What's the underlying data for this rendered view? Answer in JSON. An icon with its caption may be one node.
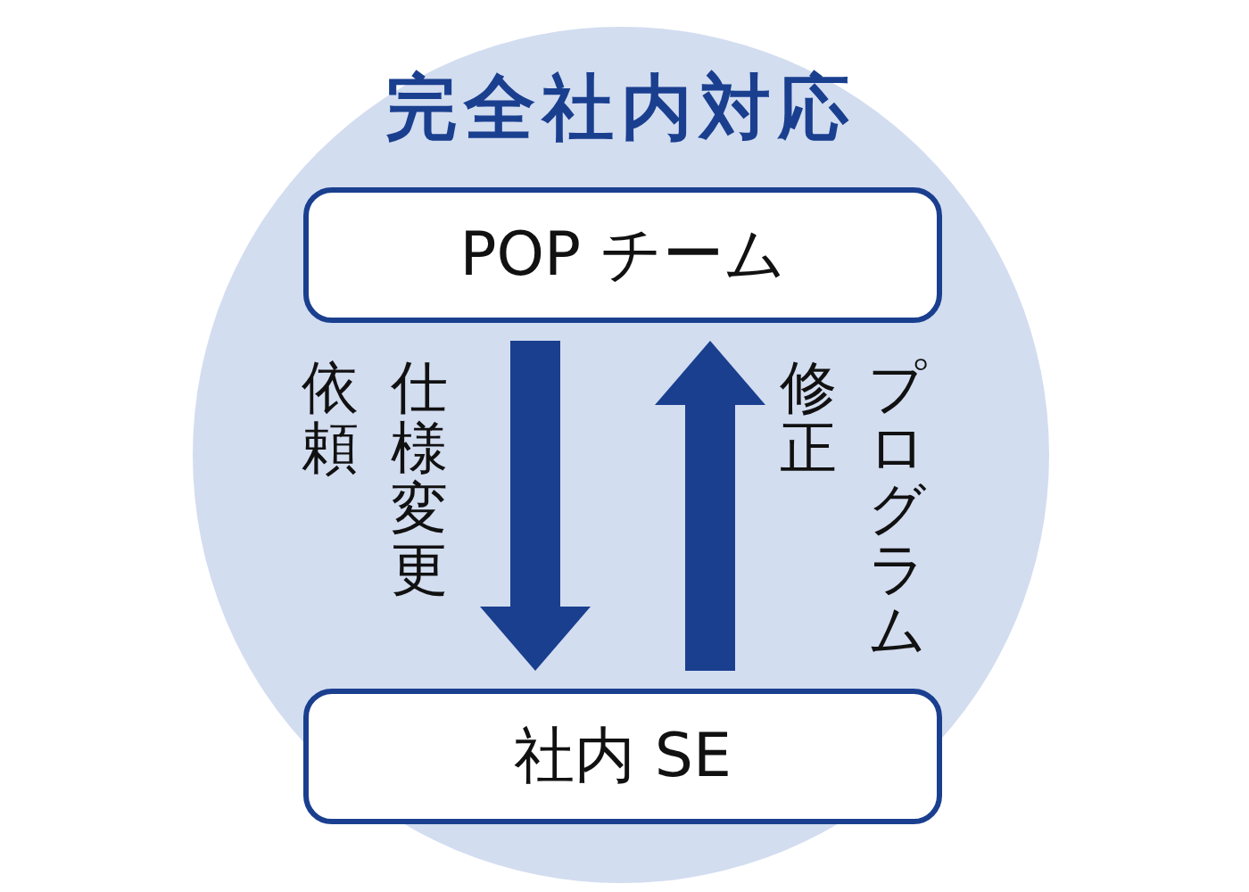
{
  "diagram": {
    "nodes": [
      {
        "text": [
          "完全社内対応"
        ]
      },
      {
        "text": [
          "POP チーム"
        ],
        "in": 0
      },
      {
        "text": [
          "社内 SE"
        ],
        "in": 0
      }
    ],
    "edges": [
      {
        "from": 1,
        "to": 2,
        "arrow": "to",
        "label": "仕様変更依頼",
        "style": "thick"
      },
      {
        "from": 2,
        "to": 1,
        "arrow": "to",
        "label": "プログラム修正",
        "style": "thick"
      }
    ]
  }
}
